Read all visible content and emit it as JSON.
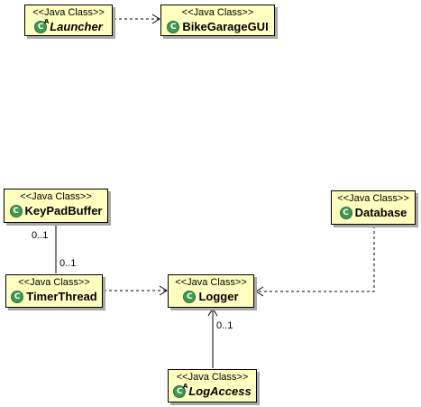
{
  "stereotype": "<<Java Class>>",
  "icon": "class-icon",
  "classes": {
    "launcher": {
      "name": "Launcher",
      "abstract": true
    },
    "bikegaragegui": {
      "name": "BikeGarageGUI",
      "abstract": false
    },
    "keypadbuffer": {
      "name": "KeyPadBuffer",
      "abstract": false
    },
    "database": {
      "name": "Database",
      "abstract": false
    },
    "timerthread": {
      "name": "TimerThread",
      "abstract": false
    },
    "logger": {
      "name": "Logger",
      "abstract": false
    },
    "logaccess": {
      "name": "LogAccess",
      "abstract": true
    }
  },
  "multiplicities": {
    "keypad_end": "0..1",
    "timer_end": "0..1",
    "logger_end": "0..1"
  },
  "colors": {
    "class_fill": "#ffffc0",
    "class_border": "#000000",
    "icon_green": "#3e9a4e"
  }
}
